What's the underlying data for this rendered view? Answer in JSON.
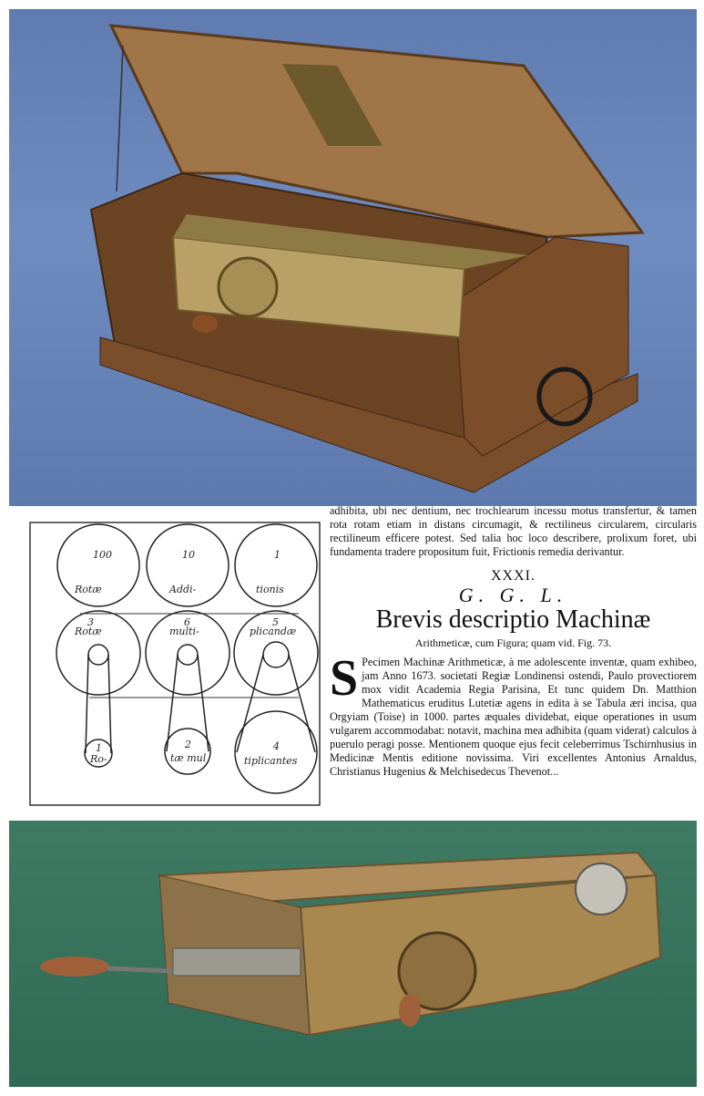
{
  "document": {
    "top_paragraph": "adhibita, ubi nec dentium, nec trochlearum incessu motus transfertur, & tamen rota rotam etiam in distans circumagit, & rectilineus circularem, circularis rectilineum efficere potest. Sed talia hoc loco describere, prolixum foret, ubi fundamenta tradere propositum fuit, Frictionis remedia derivantur.",
    "section_number": "XXXI.",
    "author": "G. G. L.",
    "title": "Brevis descriptio Machinæ",
    "subtitle": "Arithmeticæ, cum Figura; quam vid. Fig. 73.",
    "drop_cap": "S",
    "body": "Pecimen Machinæ Arithmeticæ, à me adolescente inventæ, quam exhibeo, jam Anno 1673. societati Regiæ Londinensi ostendi, Paulo provectiorem mox vidit Academia Regia Parisina, Et tunc quidem Dn. Matthion Mathematicus eruditus Lutetiæ agens in edita à se Tabula æri incisa, qua Orgyiam (Toise) in 1000. partes æquales dividebat, eique operationes in usum vulgarem accommodabat: notavit, machina mea adhibita (quam viderat) calculos à puerulo peragi posse. Mentionem quoque ejus fecit celeberrimus Tschirnhusius in Medicinæ Mentis editione novissima. Viri excellentes Antonius Arnaldus, Christianus Hugenius & Melchisedecus Thevenot..."
  },
  "diagram": {
    "top_row": [
      {
        "number": "100",
        "label": "Rotæ"
      },
      {
        "number": "10",
        "label": "Addi-"
      },
      {
        "number": "1",
        "label": "tionis"
      }
    ],
    "middle_row": [
      {
        "number": "3",
        "label": "Rotæ"
      },
      {
        "number": "6",
        "label": "multi-"
      },
      {
        "number": "5",
        "label": "plicandæ"
      }
    ],
    "bottom_row": [
      {
        "number": "1",
        "label": "Ro-"
      },
      {
        "number": "2",
        "label": "tæ mul"
      },
      {
        "number": "4",
        "label": "tiplicantes"
      }
    ]
  },
  "colors": {
    "top_background": "#6f8cc0",
    "bottom_background": "#3a745e",
    "wood": "#8a5a32",
    "brass": "#b9a066"
  }
}
